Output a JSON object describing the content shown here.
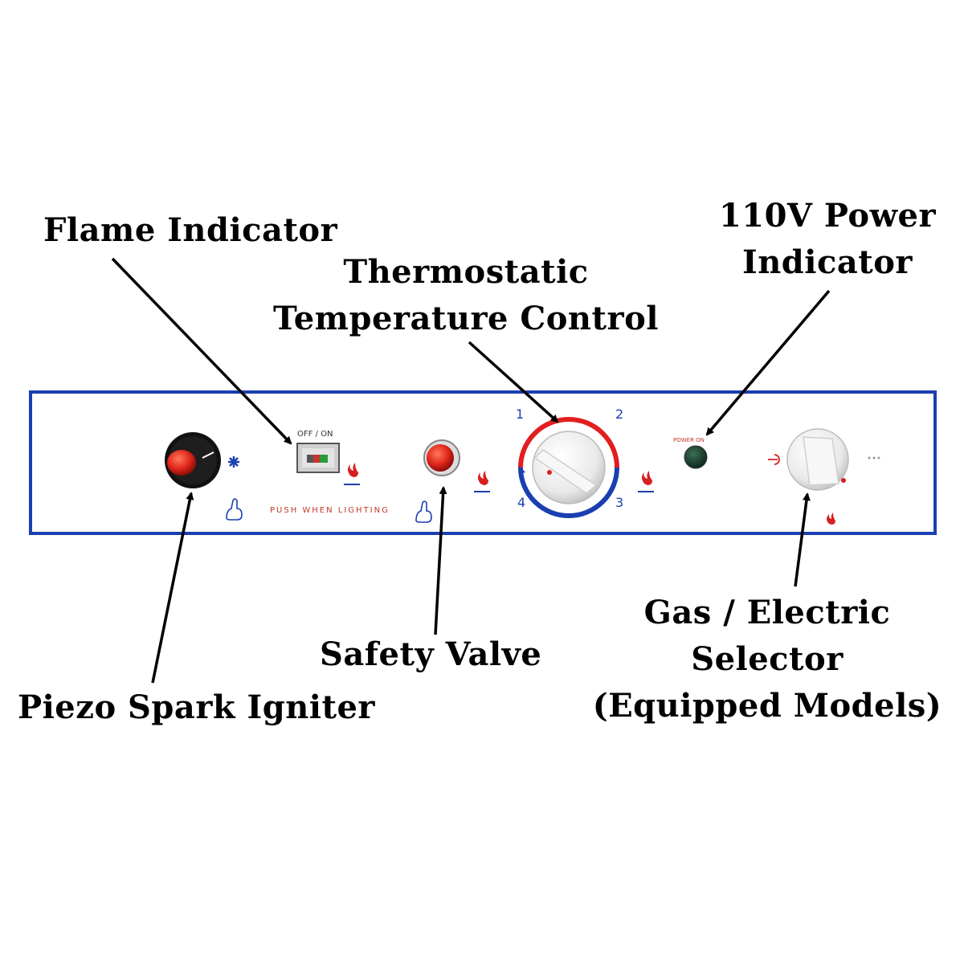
{
  "labels": {
    "flame_indicator": "Flame Indicator",
    "thermostat_line1": "Thermostatic",
    "thermostat_line2": "Temperature Control",
    "power_line1": "110V Power",
    "power_line2": "Indicator",
    "piezo": "Piezo Spark Igniter",
    "safety_valve": "Safety Valve",
    "selector_line1": "Gas / Electric",
    "selector_line2": "Selector",
    "selector_line3": "(Equipped Models)"
  },
  "panel": {
    "off_on": "OFF / ON",
    "push_when_lighting": "PUSH WHEN LIGHTING",
    "power_on": "POWER ON",
    "dial_numbers": [
      "1",
      "2",
      "3",
      "4"
    ]
  },
  "colors": {
    "panel_border": "#1a3fb0",
    "accent_red": "#d62020",
    "accent_blue": "#1a3fb0"
  }
}
